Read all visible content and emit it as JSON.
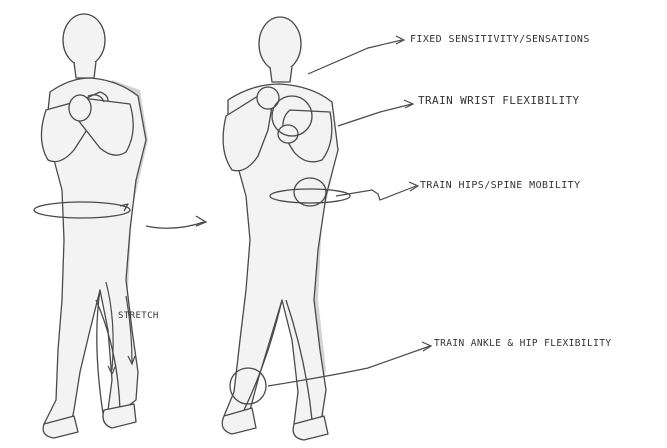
{
  "colors": {
    "ink": "#4a4a4a",
    "skin": "#f3f3f3",
    "shade": "#cfcfcf"
  },
  "annotations": {
    "fixed_sensitivity": "FIXED SENSITIVITY/SENSATIONS",
    "wrist_flexibility": "TRAIN WRIST FLEXIBILITY",
    "hip_mobility": "TRAIN HIPS/SPINE MOBILITY",
    "ankle_mobility": "TRAIN ANKLE & HIP FLEXIBILITY",
    "stretch": "STRETCH"
  }
}
